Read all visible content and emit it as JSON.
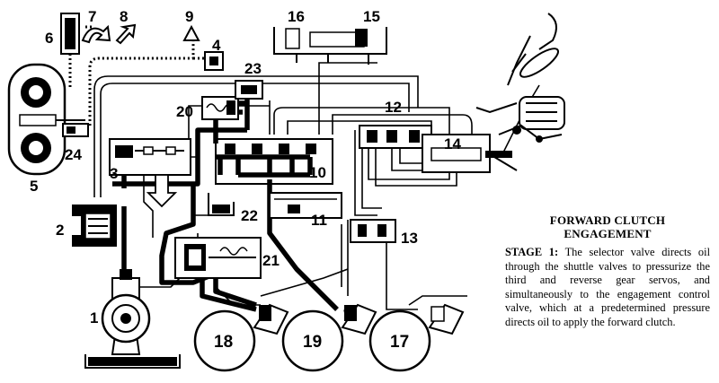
{
  "caption": {
    "title_line1": "FORWARD CLUTCH",
    "title_line2": "ENGAGEMENT",
    "stage_label": "STAGE 1:",
    "stage_text": "The selector valve directs oil through the shuttle valves to pressurize the third and reverse gear servos, and simultaneously to the engagement control valve, which at a predetermined pressure directs oil to apply the forward clutch."
  },
  "labels": {
    "n1": "1",
    "n2": "2",
    "n3": "3",
    "n4": "4",
    "n5": "5",
    "n6": "6",
    "n7": "7",
    "n8": "8",
    "n9": "9",
    "n10": "10",
    "n11": "11",
    "n12": "12",
    "n13": "13",
    "n14": "14",
    "n15": "15",
    "n16": "16",
    "n17": "17",
    "n18": "18",
    "n19": "19",
    "n20": "20",
    "n21": "21",
    "n22": "22",
    "n23": "23",
    "n24": "24"
  }
}
